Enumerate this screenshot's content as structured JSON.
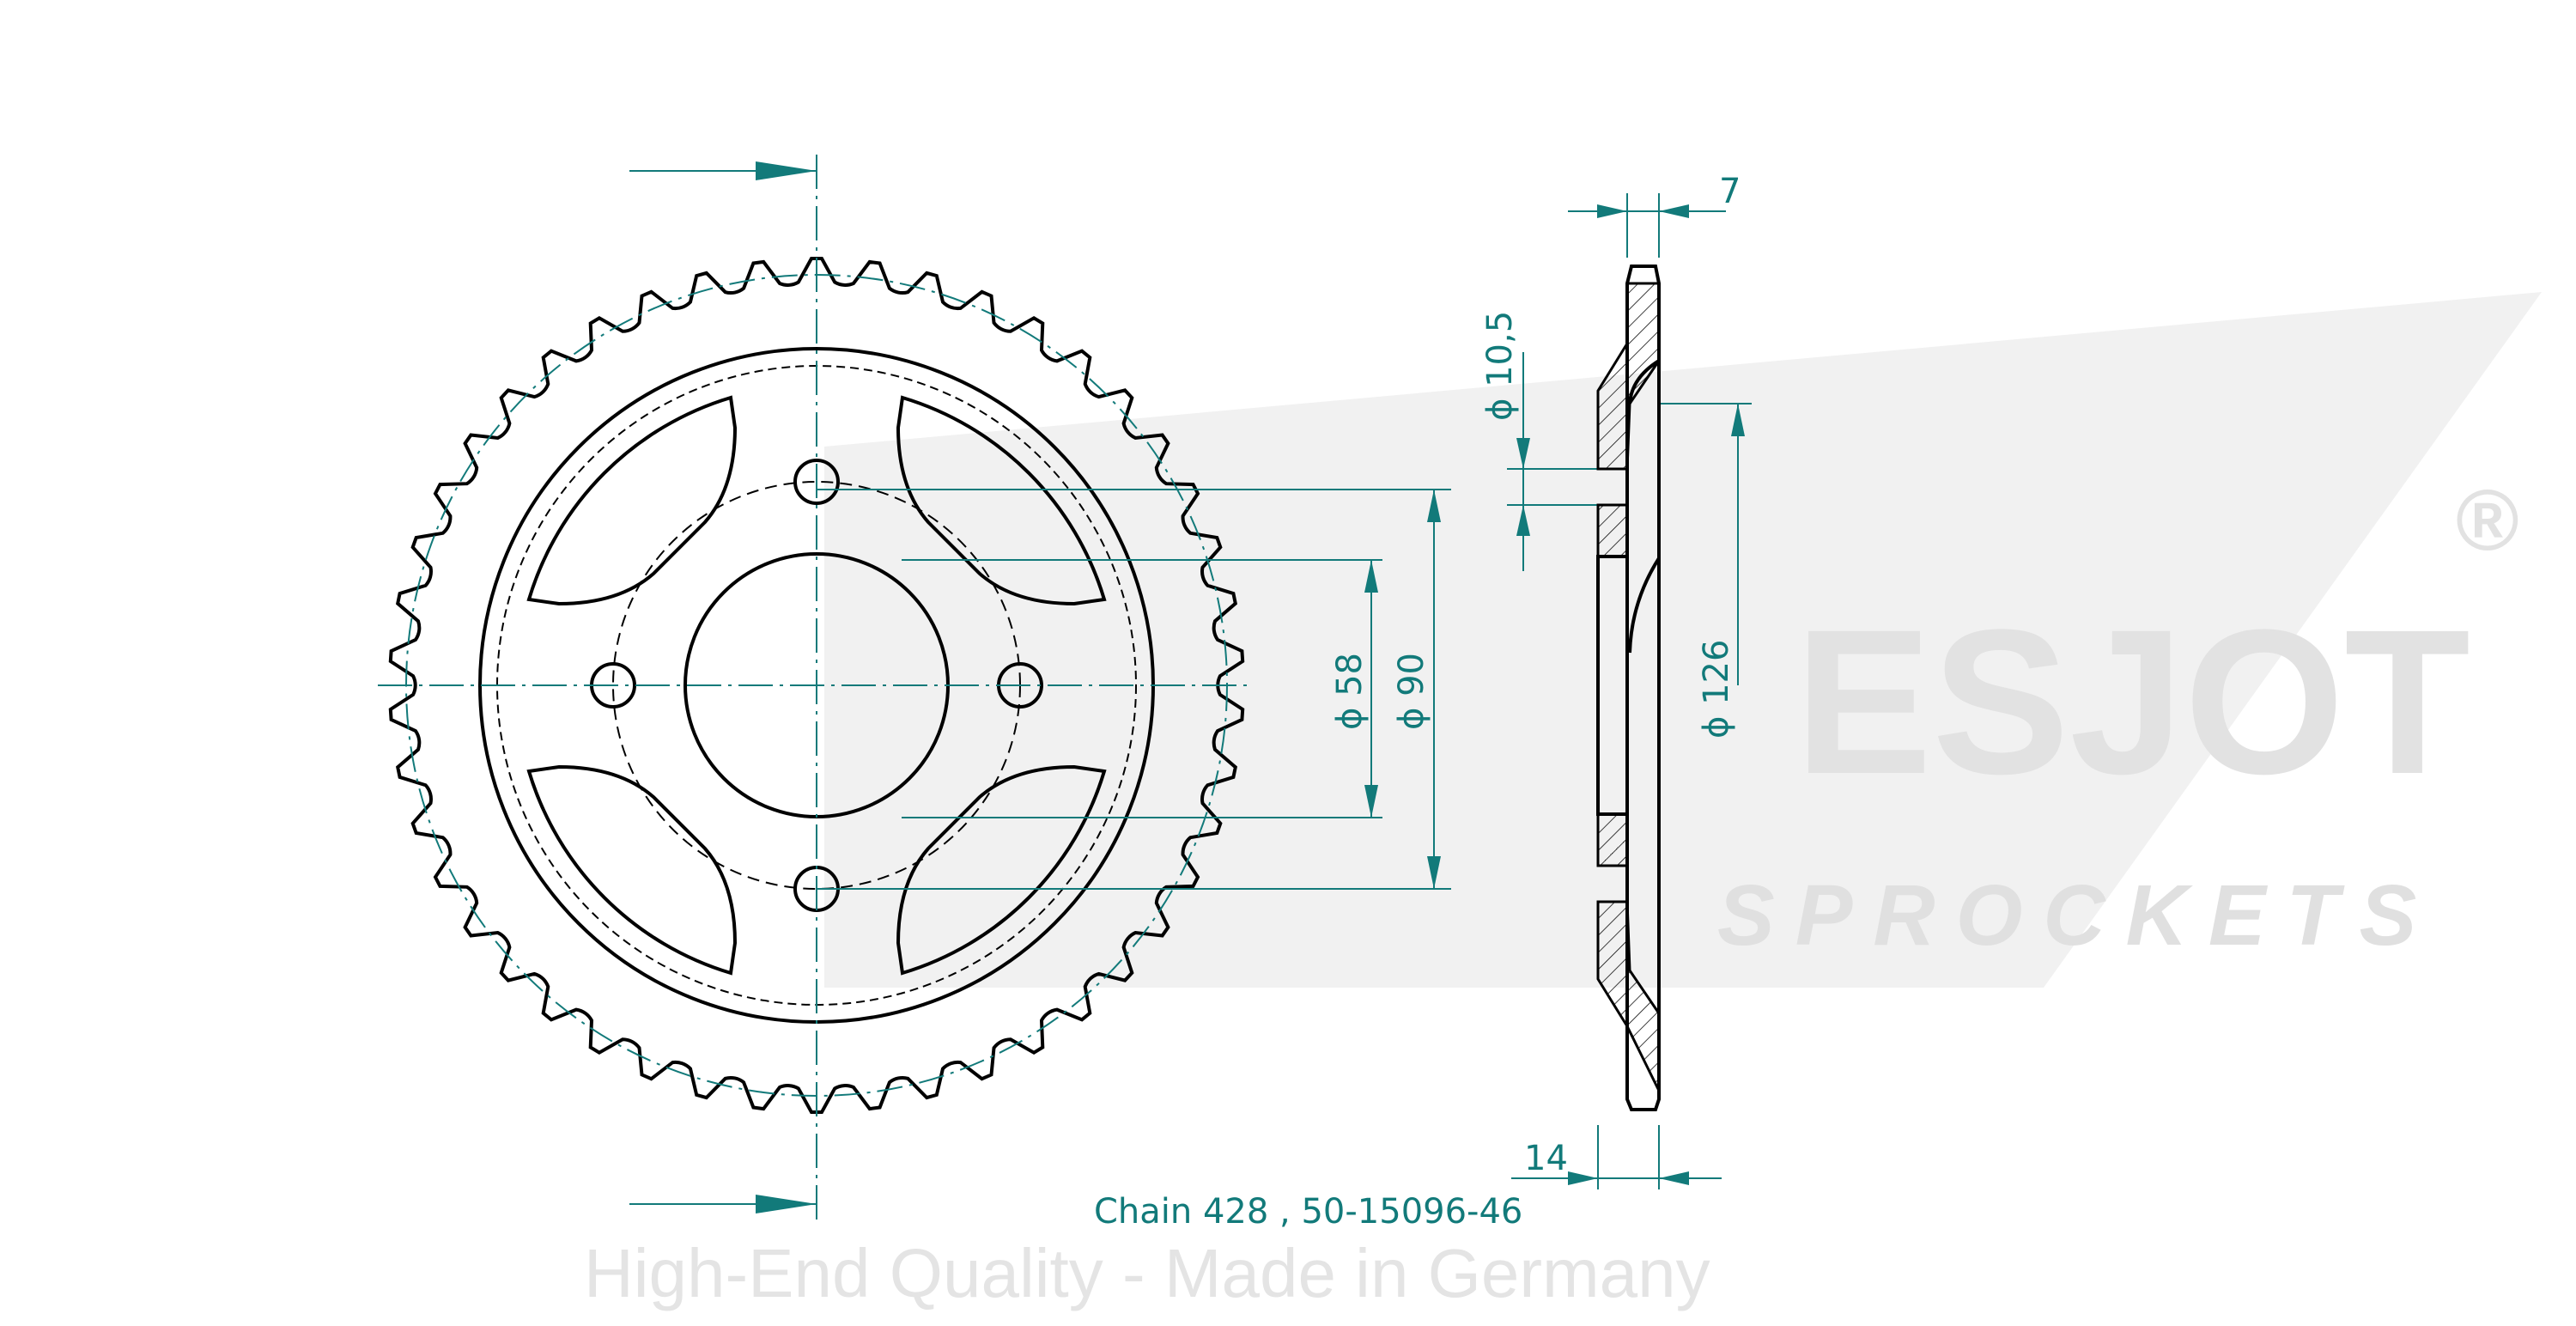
{
  "watermark": {
    "brand": "ESJOT",
    "registered": "®",
    "sub": "SPROCKETS",
    "tagline": "High-End Quality - Made in Germany"
  },
  "dimensions": {
    "thickness": "7",
    "offset": "14",
    "bolt_hole": "ϕ 10,5",
    "center_bore": "ϕ 58",
    "bolt_circle": "ϕ 90",
    "hub_diameter": "ϕ 126"
  },
  "caption": "Chain 428 , 50-15096-46",
  "sprocket": {
    "teeth": 46,
    "bolt_holes": 4
  },
  "colors": {
    "accent": "#127a7a",
    "outline": "#000000",
    "watermark": "#f1f1f1"
  }
}
